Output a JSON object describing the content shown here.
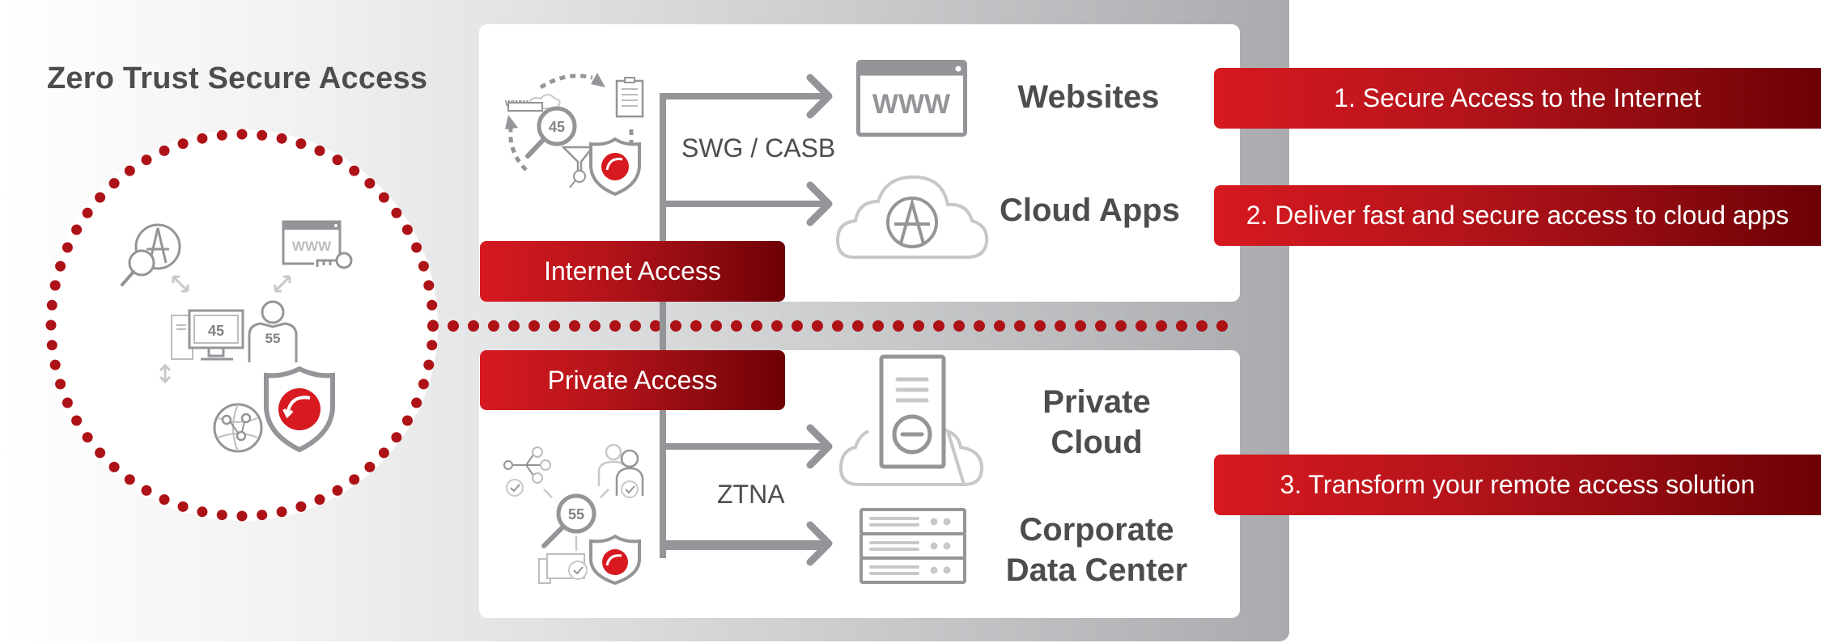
{
  "title": "Zero Trust Secure Access",
  "colors": {
    "brand_red": "#d71920",
    "brand_red_dark": "#6d0006",
    "dot_red": "#ad1217",
    "line_gray": "#939598",
    "text_dark": "#4d4d4f"
  },
  "left_cluster": {
    "icons": [
      "app-search-icon",
      "www-key-icon",
      "computer-icon",
      "user-icon",
      "network-globe-icon",
      "trend-shield-icon"
    ],
    "computer_score": "45",
    "user_score": "55",
    "www_text": "WWW"
  },
  "internet_section": {
    "banner": "Internet Access",
    "method_label": "SWG / CASB",
    "cluster": {
      "score": "45",
      "www_text": "WWW"
    },
    "destinations": [
      {
        "label": "Websites",
        "icon": "www-window-icon",
        "icon_text": "WWW"
      },
      {
        "label": "Cloud Apps",
        "icon": "cloud-app-icon"
      }
    ]
  },
  "private_section": {
    "banner": "Private Access",
    "method_label": "ZTNA",
    "cluster": {
      "score": "55"
    },
    "destinations": [
      {
        "label_line1": "Private",
        "label_line2": "Cloud",
        "icon": "private-cloud-server-icon"
      },
      {
        "label_line1": "Corporate",
        "label_line2": "Data Center",
        "icon": "server-rack-icon"
      }
    ]
  },
  "benefits": [
    "1. Secure Access to the Internet",
    "2. Deliver fast and secure access to cloud apps",
    "3. Transform your remote access solution"
  ]
}
